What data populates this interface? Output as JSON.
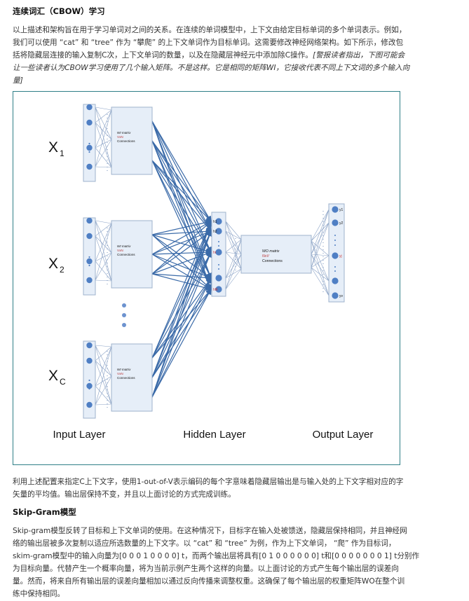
{
  "cbow": {
    "title": "连续词汇（CBOW）学习",
    "intro": [
      "以上描述和架构旨在用于学习单词对之间的关系。在连续的单词模型中，上下文由给定目标单词的多个单词表示。例如，",
      "我们可以使用 “cat” 和 “tree” 作为 “攀爬” 的上下文单词作为目标单词。这需要修改神经网络架构。如下所示，修改包",
      "括将隐藏层连接的输入复制C次，上下文单词的数量，以及在隐藏层神经元中添加除C操作。"
    ],
    "note_line1": "[警报读者指出，下图可能会",
    "note_line2": "让一些读者认为CBOW学习使用了几个输入矩阵。不是这样。它是相同的矩阵WI，它接收代表不同上下文词的多个输入向",
    "note_line3": "量]",
    "after": [
      "利用上述配置来指定C上下文字，使用1-out-of-V表示编码的每个字意味着隐藏层输出是与输入处的上下文字相对应的字",
      "矢量的平均值。输出层保持不变，并且以上面讨论的方式完成训练。"
    ]
  },
  "figure": {
    "inputs": [
      {
        "main": "X",
        "sub": "1"
      },
      {
        "main": "X",
        "sub": "2"
      },
      {
        "main": "X",
        "sub": "C"
      }
    ],
    "wi_box": [
      "WI matrix",
      "VxN",
      "Connections"
    ],
    "wo_box": [
      "WO matrix",
      "NxV",
      "Connections"
    ],
    "hidden_labels": [
      "h1",
      "h2",
      "hi",
      "hN"
    ],
    "output_labels": [
      "y1",
      "y2",
      "yj",
      "yv"
    ],
    "layer_labels": [
      "Input Layer",
      "Hidden Layer",
      "Output Layer"
    ]
  },
  "skipgram": {
    "title": "Skip-Gram模型",
    "body": [
      "Skip-gram模型反转了目标和上下文单词的使用。在这种情况下，目标字在输入处被馈送，隐藏层保持相同，并且神经网",
      "络的输出层被多次复制以适应所选数量的上下文字。以 “cat” 和 “tree” 为例，作为上下文单词， “爬” 作为目标词，",
      "skim-gram模型中的输入向量为[0 0 0 1 0 0 0 0] t，而两个输出层将具有[0 1 0 0 0 0 0 0] t和[0 0 0 0 0 0 0 1] t分别作",
      "为目标向量。代替产生一个概率向量，将为当前示例产生两个这样的向量。以上面讨论的方式产生每个输出层的误差向",
      "量。然而，将来自所有输出层的误差向量相加以通过反向传播来调整权重。这确保了每个输出层的权重矩阵WO在整个训",
      "练中保持相同。"
    ]
  }
}
